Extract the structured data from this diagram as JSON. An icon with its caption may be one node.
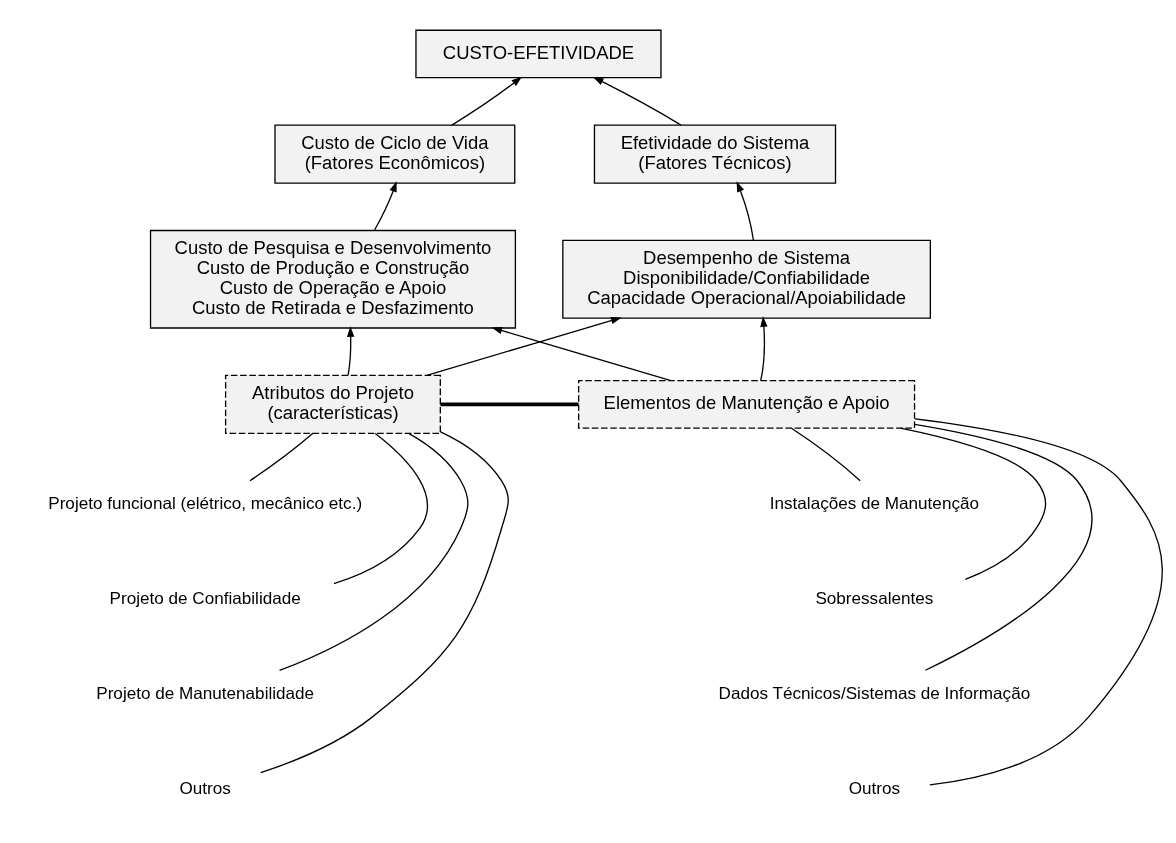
{
  "diagram": {
    "nodes": [
      {
        "text": [
          "CUSTO-EFETIVIDADE"
        ]
      },
      {
        "text": [
          "Custo de Ciclo de Vida",
          "(Fatores Econômicos)"
        ]
      },
      {
        "text": [
          "Efetividade do Sistema",
          "(Fatores Técnicos)"
        ]
      },
      {
        "text": [
          "Custo de Pesquisa e Desenvolvimento",
          "Custo de Produção e Construção",
          "Custo de Operação e Apoio",
          "Custo de Retirada e Desfazimento"
        ]
      },
      {
        "text": [
          "Desempenho de Sistema",
          "Disponibilidade/Confiabilidade",
          "Capacidade Operacional/Apoiabilidade"
        ]
      },
      {
        "text": [
          "Atributos do Projeto",
          "(características)"
        ]
      },
      {
        "text": [
          "Elementos de Manutenção e Apoio"
        ]
      },
      {
        "text": [
          "Projeto funcional (elétrico, mecânico etc.)"
        ]
      },
      {
        "text": [
          "Projeto de Confiabilidade"
        ]
      },
      {
        "text": [
          "Projeto de Manutenabilidade"
        ]
      },
      {
        "text": [
          "Outros"
        ]
      },
      {
        "text": [
          "Instalações de Manutenção"
        ]
      },
      {
        "text": [
          "Sobressalentes"
        ]
      },
      {
        "text": [
          "Dados Técnicos/Sistemas de Informação"
        ]
      },
      {
        "text": [
          "Outros"
        ]
      }
    ],
    "edges": [
      {
        "from": 1,
        "to": 0,
        "arrow": "to"
      },
      {
        "from": 2,
        "to": 0,
        "arrow": "to"
      },
      {
        "from": 3,
        "to": 1,
        "arrow": "to"
      },
      {
        "from": 4,
        "to": 2,
        "arrow": "to"
      },
      {
        "from": 5,
        "to": 6,
        "arrow": "none",
        "style": "thick"
      },
      {
        "from": 5,
        "to": 3,
        "arrow": "to"
      },
      {
        "from": 5,
        "to": 4,
        "arrow": "to"
      },
      {
        "from": 6,
        "to": 3,
        "arrow": "to"
      },
      {
        "from": 6,
        "to": 4,
        "arrow": "to"
      },
      {
        "from": 5,
        "to": 7,
        "arrow": "none"
      },
      {
        "from": 5,
        "to": 8,
        "arrow": "none"
      },
      {
        "from": 5,
        "to": 9,
        "arrow": "none"
      },
      {
        "from": 5,
        "to": 10,
        "arrow": "none"
      },
      {
        "from": 6,
        "to": 11,
        "arrow": "none"
      },
      {
        "from": 6,
        "to": 12,
        "arrow": "none"
      },
      {
        "from": 6,
        "to": 13,
        "arrow": "none"
      },
      {
        "from": 6,
        "to": 14,
        "arrow": "none"
      }
    ]
  }
}
